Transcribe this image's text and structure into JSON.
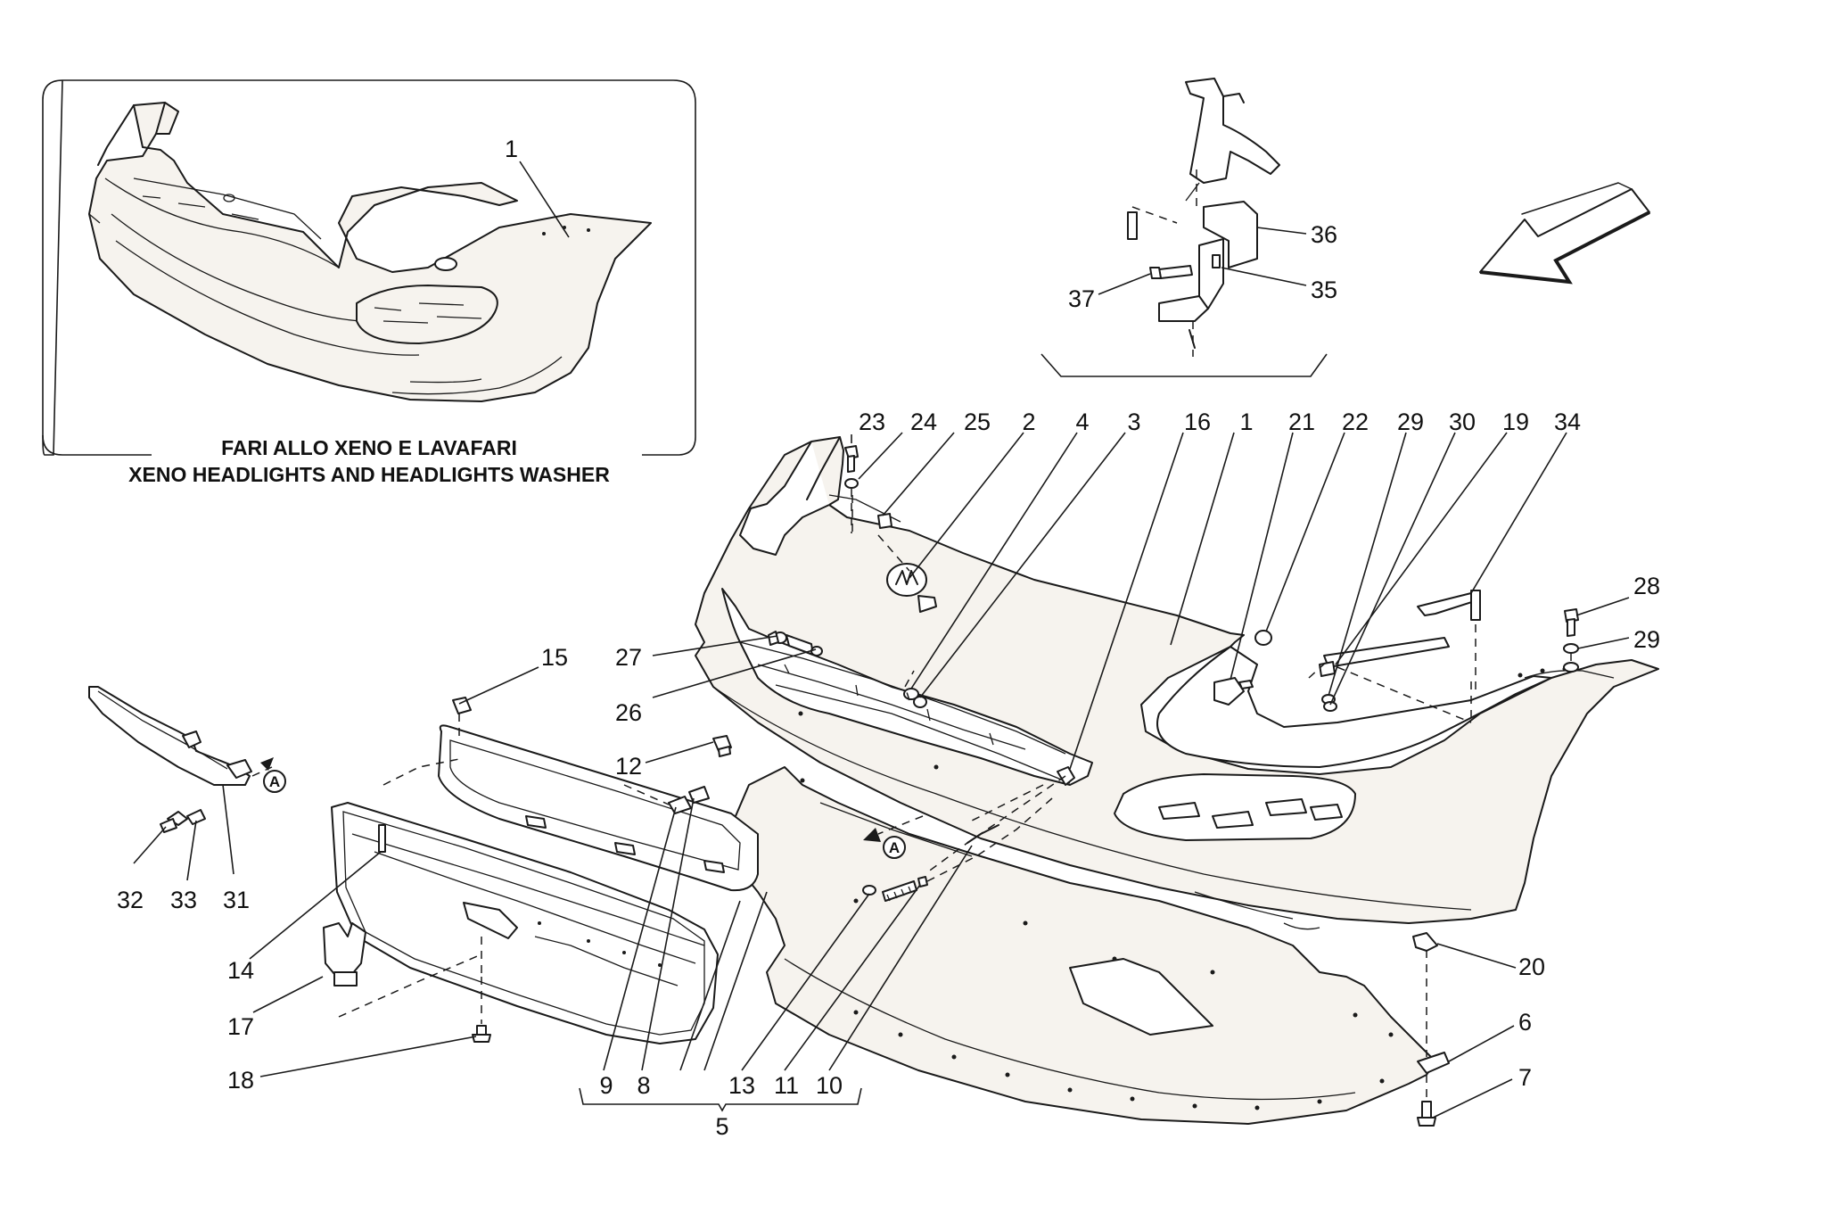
{
  "inset": {
    "caption_line1": "FARI ALLO XENO E LAVAFARI",
    "caption_line2": "XENO HEADLIGHTS AND HEADLIGHTS WASHER",
    "part_label": "1"
  },
  "reference_marker": "A",
  "callouts": [
    {
      "id": "23",
      "label": "23"
    },
    {
      "id": "24",
      "label": "24"
    },
    {
      "id": "25",
      "label": "25"
    },
    {
      "id": "2",
      "label": "2"
    },
    {
      "id": "4",
      "label": "4"
    },
    {
      "id": "3",
      "label": "3"
    },
    {
      "id": "16",
      "label": "16"
    },
    {
      "id": "1",
      "label": "1"
    },
    {
      "id": "21",
      "label": "21"
    },
    {
      "id": "22",
      "label": "22"
    },
    {
      "id": "29a",
      "label": "29"
    },
    {
      "id": "30",
      "label": "30"
    },
    {
      "id": "19",
      "label": "19"
    },
    {
      "id": "34",
      "label": "34"
    },
    {
      "id": "36",
      "label": "36"
    },
    {
      "id": "35",
      "label": "35"
    },
    {
      "id": "37",
      "label": "37"
    },
    {
      "id": "28",
      "label": "28"
    },
    {
      "id": "29b",
      "label": "29"
    },
    {
      "id": "27",
      "label": "27"
    },
    {
      "id": "26",
      "label": "26"
    },
    {
      "id": "15",
      "label": "15"
    },
    {
      "id": "12",
      "label": "12"
    },
    {
      "id": "32",
      "label": "32"
    },
    {
      "id": "33",
      "label": "33"
    },
    {
      "id": "31",
      "label": "31"
    },
    {
      "id": "14",
      "label": "14"
    },
    {
      "id": "17",
      "label": "17"
    },
    {
      "id": "18",
      "label": "18"
    },
    {
      "id": "9",
      "label": "9"
    },
    {
      "id": "8",
      "label": "8"
    },
    {
      "id": "13",
      "label": "13"
    },
    {
      "id": "11",
      "label": "11"
    },
    {
      "id": "10",
      "label": "10"
    },
    {
      "id": "5",
      "label": "5"
    },
    {
      "id": "20",
      "label": "20"
    },
    {
      "id": "6",
      "label": "6"
    },
    {
      "id": "7",
      "label": "7"
    }
  ]
}
